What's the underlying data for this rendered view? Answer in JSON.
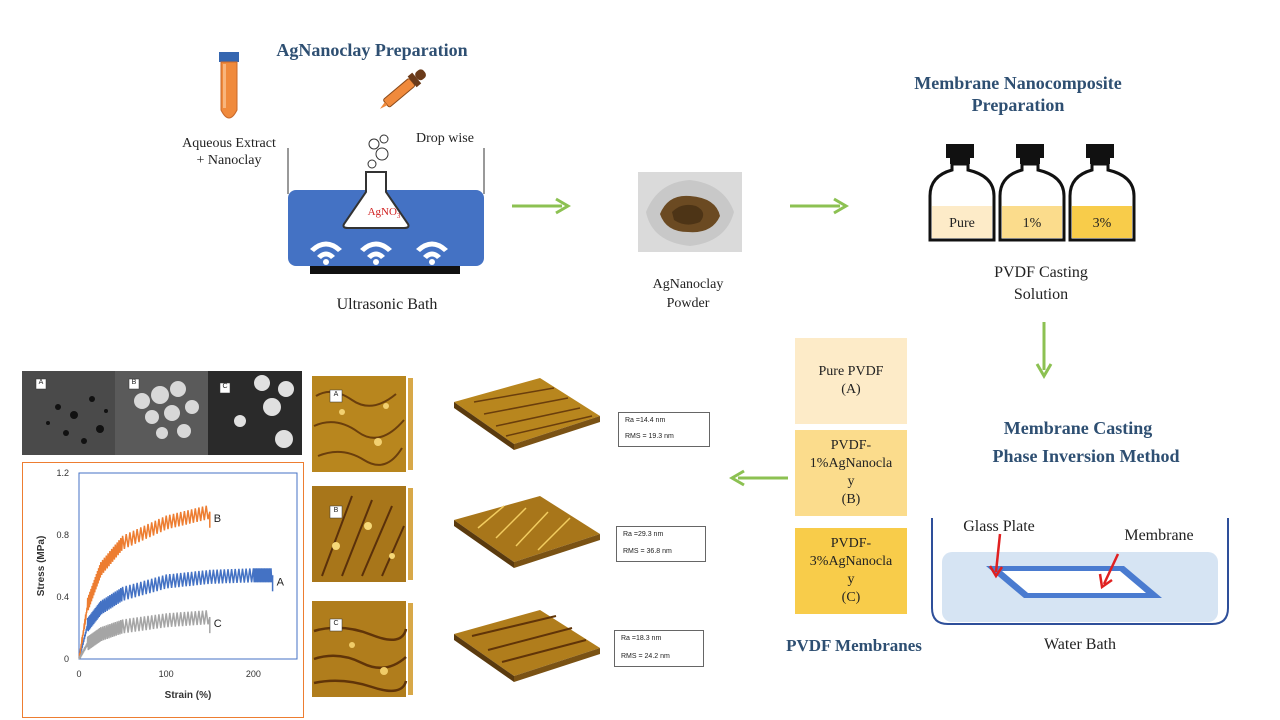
{
  "prep": {
    "title": "AgNanoclay Preparation",
    "extract_line1": "Aqueous Extract",
    "extract_line2": "+ Nanoclay",
    "dropwise": "Drop wise",
    "flask_label": "AgNO",
    "flask_sub": "3",
    "bath_label": "Ultrasonic Bath"
  },
  "powder": {
    "line1": "AgNanoclay",
    "line2": "Powder"
  },
  "membrane_prep": {
    "title_line1": "Membrane Nanocomposite",
    "title_line2": "Preparation",
    "bottles": [
      "Pure",
      "1%",
      "3%"
    ],
    "casting_line1": "PVDF Casting",
    "casting_line2": "Solution"
  },
  "casting": {
    "title": "Membrane Casting",
    "subtitle": "Phase Inversion Method",
    "glass_plate": "Glass Plate",
    "membrane": "Membrane",
    "water_bath": "Water Bath"
  },
  "membranes": {
    "title": "PVDF Membranes",
    "boxes": [
      {
        "lines": [
          "Pure PVDF",
          "(A)"
        ],
        "color": "#fdebc8"
      },
      {
        "lines": [
          "PVDF-",
          "1%AgNanocla",
          "y",
          "(B)"
        ],
        "color": "#fbdc8c"
      },
      {
        "lines": [
          "PVDF-",
          "3%AgNanocla",
          "y",
          "(C)"
        ],
        "color": "#f8cc4a"
      }
    ]
  },
  "sem_labels": [
    "A",
    "B",
    "C"
  ],
  "afm_labels": [
    "A",
    "B",
    "C"
  ],
  "roughness": [
    {
      "ra": "Ra =14.4 nm",
      "rms": "RMS = 19.3 nm"
    },
    {
      "ra": "Ra =29.3 nm",
      "rms": "RMS = 36.8 nm"
    },
    {
      "ra": "Ra =18.3 nm",
      "rms": "RMS = 24.2 nm"
    }
  ],
  "colors": {
    "title": "#2e4f72",
    "arrow": "#8cc152",
    "red_arrow": "#e02020",
    "bath_blue": "#4472c4"
  },
  "chart_data": {
    "type": "line",
    "xlabel": "Strain (%)",
    "ylabel": "Stress (MPa)",
    "xlim": [
      0,
      250
    ],
    "ylim": [
      0,
      1.2
    ],
    "xticks": [
      "0",
      "100",
      "200"
    ],
    "yticks": [
      "0",
      "0.4",
      "0.8",
      "1.2"
    ],
    "series": [
      {
        "name": "A",
        "color": "#4472c4",
        "x": [
          0,
          10,
          25,
          50,
          100,
          150,
          200,
          222
        ],
        "y": [
          0,
          0.22,
          0.33,
          0.42,
          0.5,
          0.53,
          0.54,
          0.54
        ]
      },
      {
        "name": "B",
        "color": "#ed7d31",
        "x": [
          0,
          10,
          25,
          50,
          100,
          150
        ],
        "y": [
          0,
          0.35,
          0.58,
          0.75,
          0.88,
          0.95
        ]
      },
      {
        "name": "C",
        "color": "#a5a5a5",
        "x": [
          0,
          10,
          25,
          50,
          100,
          150
        ],
        "y": [
          0,
          0.1,
          0.16,
          0.21,
          0.25,
          0.27
        ]
      }
    ]
  }
}
